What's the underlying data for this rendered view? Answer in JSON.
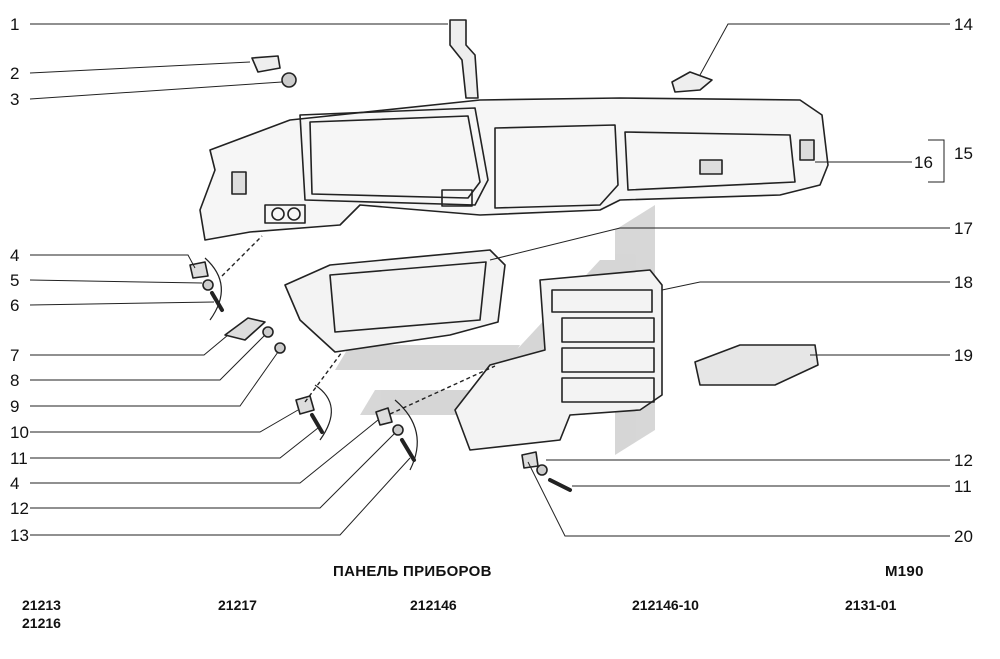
{
  "diagram": {
    "title": "ПАНЕЛЬ ПРИБОРОВ",
    "code": "M190",
    "callouts": {
      "c1": "1",
      "c2": "2",
      "c3": "3",
      "c4a": "4",
      "c5": "5",
      "c6": "6",
      "c7": "7",
      "c8": "8",
      "c9": "9",
      "c10": "10",
      "c11a": "11",
      "c4b": "4",
      "c12a": "12",
      "c13": "13",
      "c14": "14",
      "c15": "15",
      "c16": "16",
      "c17": "17",
      "c18": "18",
      "c19": "19",
      "c12b": "12",
      "c11b": "11",
      "c20": "20"
    },
    "models": [
      "21213",
      "21216",
      "21217",
      "212146",
      "212146-10",
      "2131-01"
    ]
  }
}
